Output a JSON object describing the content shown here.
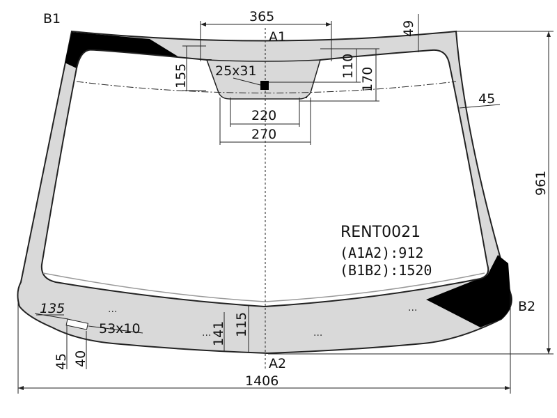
{
  "points": {
    "a1": "A1",
    "a2": "A2",
    "b1": "B1",
    "b2": "B2"
  },
  "dimensions": {
    "top_width": "365",
    "top_border": "49",
    "side_border": "45",
    "left_155": "155",
    "mirror_110": "110",
    "mirror_170": "170",
    "sensor_size": "25x31",
    "bottom_220": "220",
    "bottom_270": "270",
    "height_961": "961",
    "overall_width": "1406",
    "corner_135": "135",
    "label_53x10": "53x10",
    "bottom_141": "141",
    "bottom_115": "115",
    "left_45": "45",
    "left_40": "40"
  },
  "info": {
    "code": "RENT0021",
    "a1a2": "(A1A2):912",
    "b1b2": "(B1B2):1520"
  },
  "marks": {
    "dots_1": "...",
    "dots_2": "...",
    "dots_3": "...",
    "dots_4": "..."
  },
  "colors": {
    "glass_band": "#d9d9d9",
    "black_frit": "#000000",
    "outline": "#222222"
  }
}
